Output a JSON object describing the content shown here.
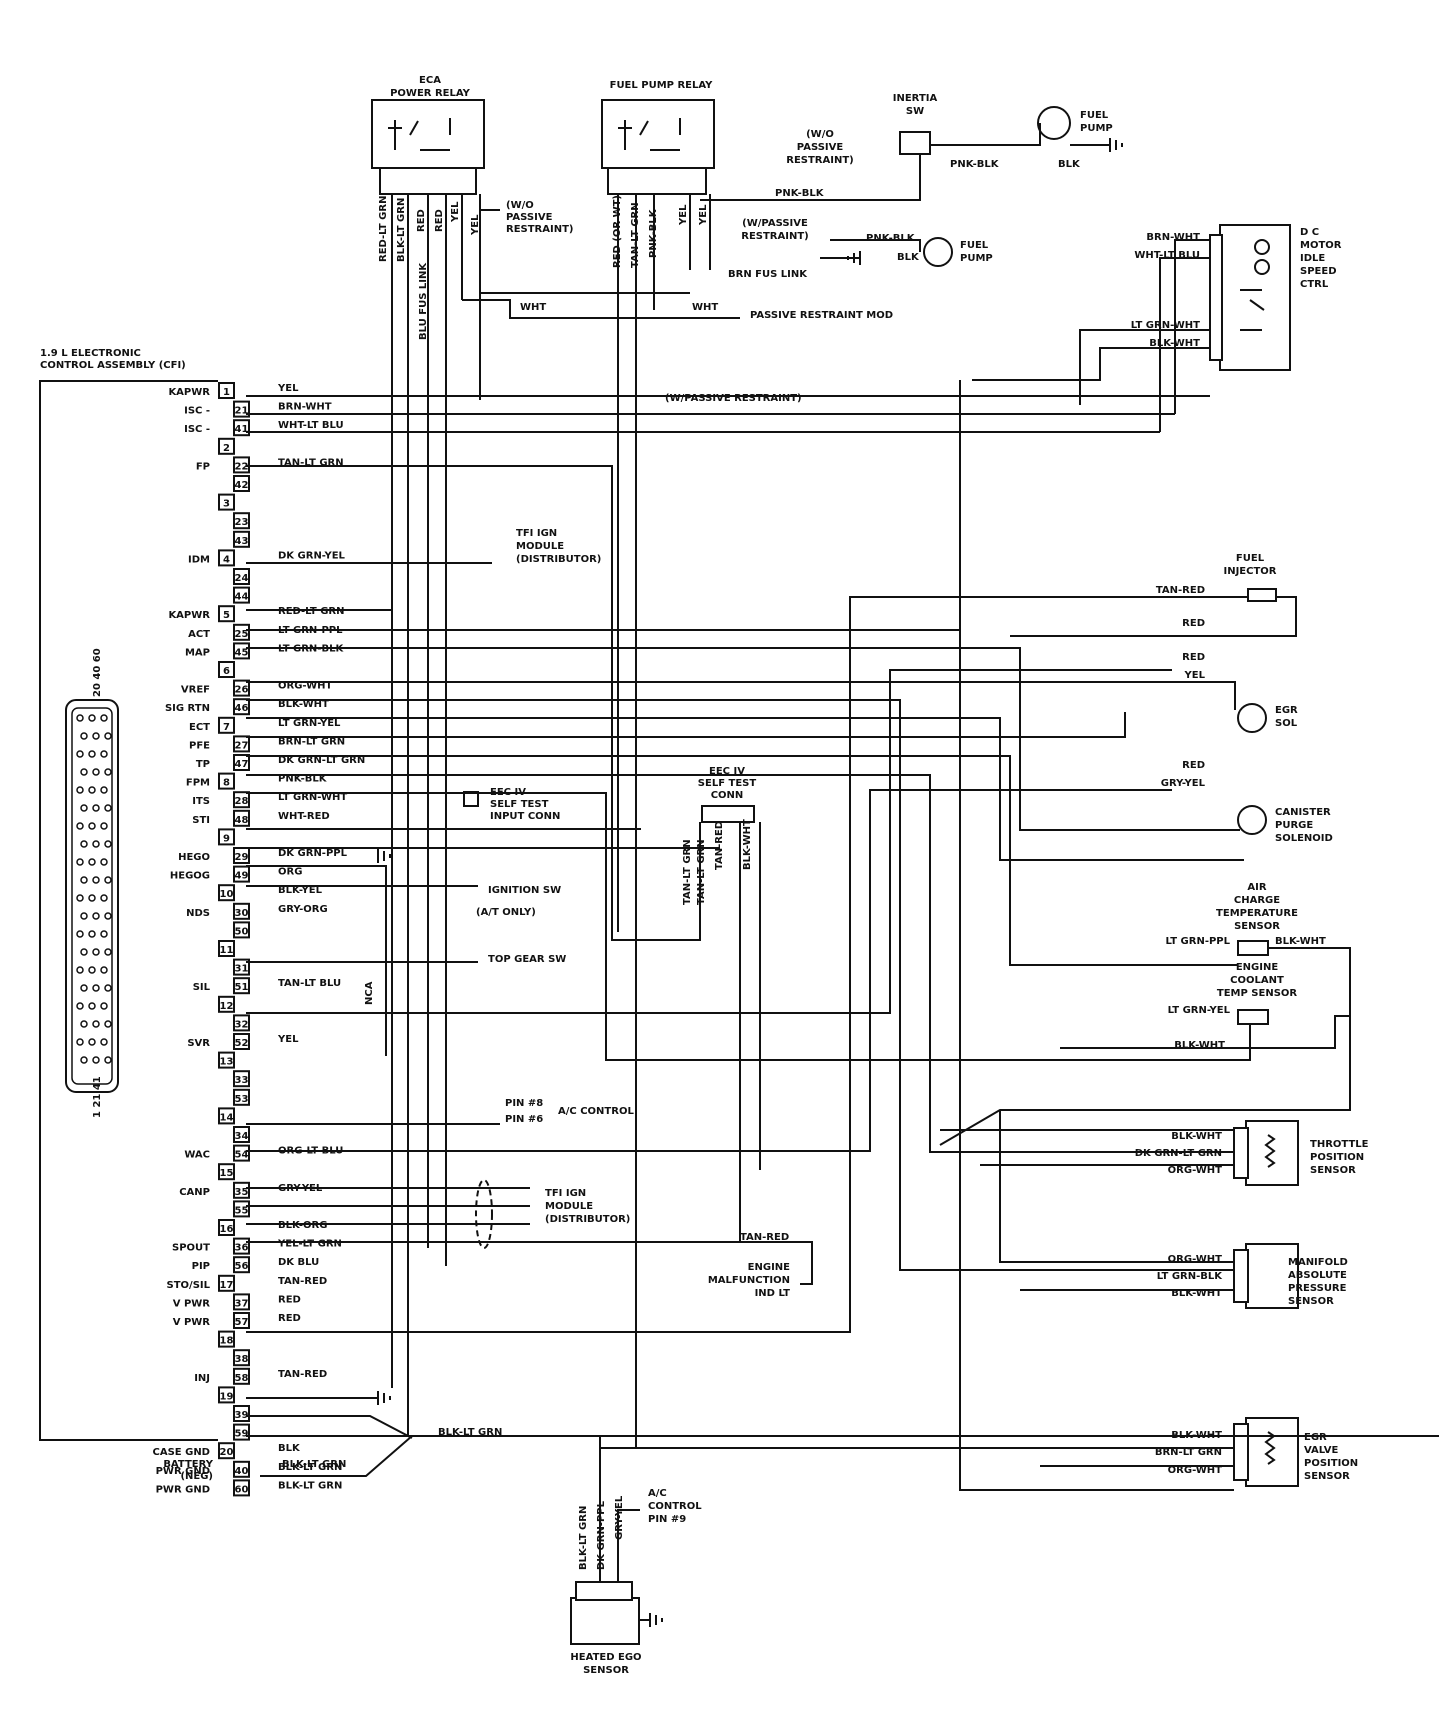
{
  "ecm": {
    "title_line1": "1.9 L ELECTRONIC",
    "title_line2": "CONTROL ASSEMBLY (CFI)",
    "pins": [
      {
        "pin": "1",
        "func": "KAPWR",
        "wire": "YEL"
      },
      {
        "pin": "21",
        "func": "ISC -",
        "wire": "BRN-WHT"
      },
      {
        "pin": "41",
        "func": "ISC -",
        "wire": "WHT-LT BLU"
      },
      {
        "pin": "2",
        "func": "",
        "wire": ""
      },
      {
        "pin": "22",
        "func": "FP",
        "wire": "TAN-LT GRN"
      },
      {
        "pin": "42",
        "func": "",
        "wire": ""
      },
      {
        "pin": "3",
        "func": "",
        "wire": ""
      },
      {
        "pin": "23",
        "func": "",
        "wire": ""
      },
      {
        "pin": "43",
        "func": "",
        "wire": ""
      },
      {
        "pin": "4",
        "func": "IDM",
        "wire": "DK GRN-YEL"
      },
      {
        "pin": "24",
        "func": "",
        "wire": ""
      },
      {
        "pin": "44",
        "func": "",
        "wire": ""
      },
      {
        "pin": "5",
        "func": "KAPWR",
        "wire": "RED-LT GRN"
      },
      {
        "pin": "25",
        "func": "ACT",
        "wire": "LT GRN-PPL"
      },
      {
        "pin": "45",
        "func": "MAP",
        "wire": "LT GRN-BLK"
      },
      {
        "pin": "6",
        "func": "",
        "wire": ""
      },
      {
        "pin": "26",
        "func": "VREF",
        "wire": "ORG-WHT"
      },
      {
        "pin": "46",
        "func": "SIG RTN",
        "wire": "BLK-WHT"
      },
      {
        "pin": "7",
        "func": "ECT",
        "wire": "LT GRN-YEL"
      },
      {
        "pin": "27",
        "func": "PFE",
        "wire": "BRN-LT GRN"
      },
      {
        "pin": "47",
        "func": "TP",
        "wire": "DK GRN-LT GRN"
      },
      {
        "pin": "8",
        "func": "FPM",
        "wire": "PNK-BLK"
      },
      {
        "pin": "28",
        "func": "ITS",
        "wire": "LT GRN-WHT"
      },
      {
        "pin": "48",
        "func": "STI",
        "wire": "WHT-RED"
      },
      {
        "pin": "9",
        "func": "",
        "wire": ""
      },
      {
        "pin": "29",
        "func": "HEGO",
        "wire": "DK GRN-PPL"
      },
      {
        "pin": "49",
        "func": "HEGOG",
        "wire": "ORG"
      },
      {
        "pin": "10",
        "func": "",
        "wire": "BLK-YEL"
      },
      {
        "pin": "30",
        "func": "NDS",
        "wire": "GRY-ORG"
      },
      {
        "pin": "50",
        "func": "",
        "wire": ""
      },
      {
        "pin": "11",
        "func": "",
        "wire": ""
      },
      {
        "pin": "31",
        "func": "",
        "wire": ""
      },
      {
        "pin": "51",
        "func": "SIL",
        "wire": "TAN-LT BLU"
      },
      {
        "pin": "12",
        "func": "",
        "wire": ""
      },
      {
        "pin": "32",
        "func": "",
        "wire": ""
      },
      {
        "pin": "52",
        "func": "SVR",
        "wire": "YEL"
      },
      {
        "pin": "13",
        "func": "",
        "wire": ""
      },
      {
        "pin": "33",
        "func": "",
        "wire": ""
      },
      {
        "pin": "53",
        "func": "",
        "wire": ""
      },
      {
        "pin": "14",
        "func": "",
        "wire": ""
      },
      {
        "pin": "34",
        "func": "",
        "wire": ""
      },
      {
        "pin": "54",
        "func": "WAC",
        "wire": "ORG-LT BLU"
      },
      {
        "pin": "15",
        "func": "",
        "wire": ""
      },
      {
        "pin": "35",
        "func": "CANP",
        "wire": "GRY-YEL"
      },
      {
        "pin": "55",
        "func": "",
        "wire": ""
      },
      {
        "pin": "16",
        "func": "",
        "wire": "BLK-ORG"
      },
      {
        "pin": "36",
        "func": "SPOUT",
        "wire": "YEL-LT GRN"
      },
      {
        "pin": "56",
        "func": "PIP",
        "wire": "DK BLU"
      },
      {
        "pin": "17",
        "func": "STO/SIL",
        "wire": "TAN-RED"
      },
      {
        "pin": "37",
        "func": "V PWR",
        "wire": "RED"
      },
      {
        "pin": "57",
        "func": "V PWR",
        "wire": "RED"
      },
      {
        "pin": "18",
        "func": "",
        "wire": ""
      },
      {
        "pin": "38",
        "func": "",
        "wire": ""
      },
      {
        "pin": "58",
        "func": "INJ",
        "wire": "TAN-RED"
      },
      {
        "pin": "19",
        "func": "",
        "wire": ""
      },
      {
        "pin": "39",
        "func": "",
        "wire": ""
      },
      {
        "pin": "59",
        "func": "",
        "wire": ""
      },
      {
        "pin": "20",
        "func": "CASE GND",
        "wire": "BLK"
      },
      {
        "pin": "40",
        "func": "PWR GND",
        "wire": "BLK-LT GRN"
      },
      {
        "pin": "60",
        "func": "PWR GND",
        "wire": "BLK-LT GRN"
      }
    ],
    "battery_line1": "BATTERY",
    "battery_line2": "(NEG)",
    "battery_wire": "BLK-LT GRN",
    "connector_top": "20 40 60",
    "connector_bottom": "1 21 41"
  },
  "relays": {
    "eca_line1": "ECA",
    "eca_line2": "POWER RELAY",
    "eca_wires": [
      "RED-LT GRN",
      "BLK-LT GRN",
      "RED",
      "RED",
      "YEL",
      "YEL"
    ],
    "fuel_pump_relay": "FUEL PUMP RELAY",
    "fpr_wires": [
      "RED (OR WT)",
      "TAN-LT GRN",
      "PNK-BLK",
      "YEL",
      "YEL"
    ],
    "wo_passive_1": "(W/O",
    "wo_passive_2": "PASSIVE",
    "wo_passive_3": "RESTRAINT)",
    "blu_fus_link": "BLU FUS LINK",
    "brn_fus_link": "BRN FUS LINK"
  },
  "top": {
    "inertia_line1": "INERTIA",
    "inertia_line2": "SW",
    "fuel_pump_line1": "FUEL",
    "fuel_pump_line2": "PUMP",
    "pnk_blk": "PNK-BLK",
    "blk": "BLK",
    "wo_passive_a": "(W/O",
    "wo_passive_b": "PASSIVE",
    "wo_passive_c": "RESTRAINT)",
    "w_passive_a": "(W/PASSIVE",
    "w_passive_b": "RESTRAINT)",
    "wht": "WHT",
    "passive_mod": "PASSIVE RESTRAINT MOD",
    "w_passive_restraint": "(W/PASSIVE RESTRAINT)"
  },
  "idle_motor": {
    "label_line1": "D C",
    "label_line2": "MOTOR",
    "label_line3": "IDLE",
    "label_line4": "SPEED",
    "label_line5": "CTRL",
    "wires": [
      "BRN-WHT",
      "WHT-LT BLU",
      "LT GRN-WHT",
      "BLK-WHT"
    ]
  },
  "injector": {
    "label_line1": "FUEL",
    "label_line2": "INJECTOR",
    "wires": [
      "TAN-RED",
      "RED"
    ]
  },
  "egr_sol": {
    "label_line1": "EGR",
    "label_line2": "SOL",
    "wires": [
      "RED",
      "YEL"
    ]
  },
  "canister": {
    "label_line1": "CANISTER",
    "label_line2": "PURGE",
    "label_line3": "SOLENOID",
    "wires": [
      "RED",
      "GRY-YEL"
    ]
  },
  "act_sensor": {
    "label_line1": "AIR",
    "label_line2": "CHARGE",
    "label_line3": "TEMPERATURE",
    "label_line4": "SENSOR",
    "wires": [
      "LT GRN-PPL",
      "BLK-WHT"
    ]
  },
  "ect_sensor": {
    "label_line1": "ENGINE",
    "label_line2": "COOLANT",
    "label_line3": "TEMP SENSOR",
    "wires": [
      "LT GRN-YEL",
      "BLK-WHT"
    ]
  },
  "tps": {
    "label_line1": "THROTTLE",
    "label_line2": "POSITION",
    "label_line3": "SENSOR",
    "wires": [
      "BLK-WHT",
      "DK GRN-LT GRN",
      "ORG-WHT"
    ]
  },
  "map": {
    "label_line1": "MANIFOLD",
    "label_line2": "ABSOLUTE",
    "label_line3": "PRESSURE",
    "label_line4": "SENSOR",
    "wires": [
      "ORG-WHT",
      "LT GRN-BLK",
      "BLK-WHT"
    ]
  },
  "egr_vp": {
    "label_line1": "EGR",
    "label_line2": "VALVE",
    "label_line3": "POSITION",
    "label_line4": "SENSOR",
    "wires": [
      "BLK-WHT",
      "BRN-LT GRN",
      "ORG-WHT"
    ]
  },
  "self_test": {
    "label_line1": "EEC IV",
    "label_line2": "SELF TEST",
    "label_line3": "CONN",
    "wires": [
      "TAN-LT GRN",
      "TAN-RED",
      "BLK-WHT"
    ]
  },
  "self_test_input": {
    "label_line1": "EEC IV",
    "label_line2": "SELF TEST",
    "label_line3": "INPUT CONN"
  },
  "tfi_top": {
    "label_line1": "TFI IGN",
    "label_line2": "MODULE",
    "label_line3": "(DISTRIBUTOR)"
  },
  "tfi_bottom": {
    "label_line1": "TFI IGN",
    "label_line2": "MODULE",
    "label_line3": "(DISTRIBUTOR)"
  },
  "ign_sw": {
    "label_line1": "IGNITION SW",
    "label_line2": "(A/T ONLY)"
  },
  "top_gear": "TOP GEAR SW",
  "ac_control": {
    "pin8": "PIN #8",
    "pin6": "PIN #6",
    "label": "A/C CONTROL"
  },
  "nca": "NCA",
  "malfunction": {
    "wire": "TAN-RED",
    "label_line1": "ENGINE",
    "label_line2": "MALFUNCTION",
    "label_line3": "IND LT"
  },
  "gnd_wire": "BLK-LT GRN",
  "hego": {
    "label_line1": "HEATED EGO",
    "label_line2": "SENSOR",
    "wires": [
      "BLK-LT GRN",
      "DK GRN-PPL",
      "GRY-YEL"
    ],
    "ac_line1": "A/C",
    "ac_line2": "CONTROL",
    "ac_line3": "PIN #9"
  }
}
